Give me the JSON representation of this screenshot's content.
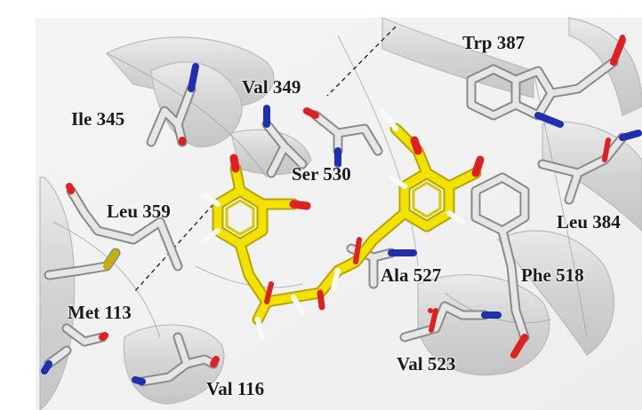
{
  "image": {
    "description_colors": {
      "background": "#ffffff",
      "ribbon": "#cfcfcf",
      "ribbon_edge": "#9a9a9a",
      "carbon": "#d9d9d9",
      "ligand": "#f2e200",
      "oxygen": "#e02020",
      "nitrogen": "#1f2fb0",
      "sulfur": "#c8b000"
    }
  },
  "labels": {
    "trp387": "Trp 387",
    "val349": "Val 349",
    "ile345": "Ile 345",
    "ser530": "Ser 530",
    "leu359": "Leu 359",
    "leu384": "Leu 384",
    "ala527": "Ala 527",
    "phe518": "Phe 518",
    "met113": "Met 113",
    "val523": "Val 523",
    "val116": "Val 116"
  }
}
